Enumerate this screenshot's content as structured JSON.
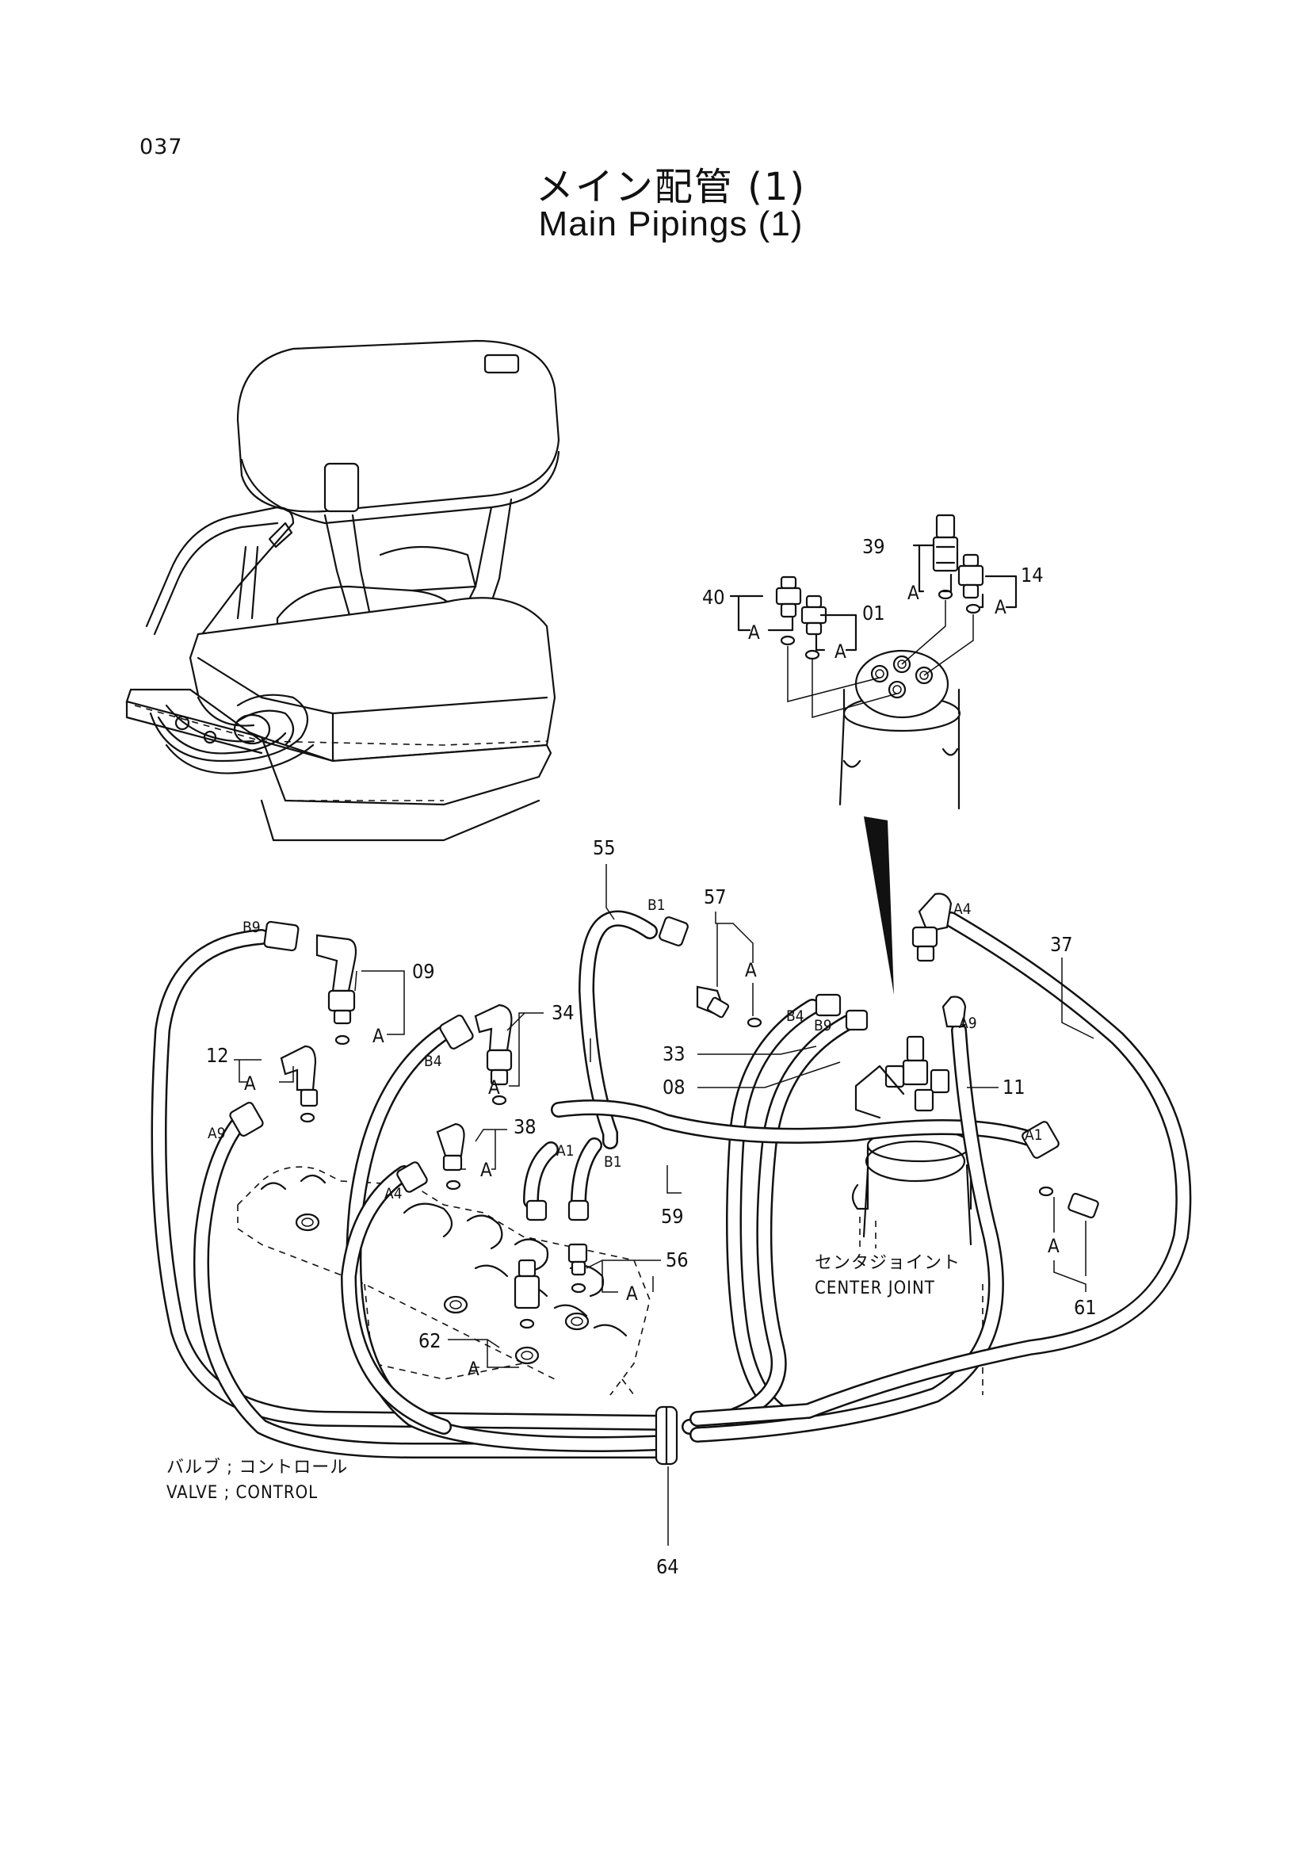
{
  "page_number": "037",
  "title": {
    "japanese": "メイン配管 (1)",
    "english": "Main Pipings (1)"
  },
  "assemblies": {
    "valve_control": {
      "japanese": "バルブ ; コントロール",
      "english": "VALVE ; CONTROL"
    },
    "center_joint": {
      "japanese": "センタジョイント",
      "english": "CENTER JOINT"
    }
  },
  "callout_marker": "A",
  "port_tags": {
    "a1": "A1",
    "a4": "A4",
    "a9": "A9",
    "b1": "B1",
    "b4": "B4",
    "b9": "B9"
  },
  "parts": {
    "p01": "01",
    "p08": "08",
    "p09": "09",
    "p11": "11",
    "p12": "12",
    "p14": "14",
    "p33": "33",
    "p34": "34",
    "p37": "37",
    "p38": "38",
    "p39": "39",
    "p40": "40",
    "p55": "55",
    "p56": "56",
    "p57": "57",
    "p59": "59",
    "p61": "61",
    "p62": "62",
    "p64": "64"
  }
}
